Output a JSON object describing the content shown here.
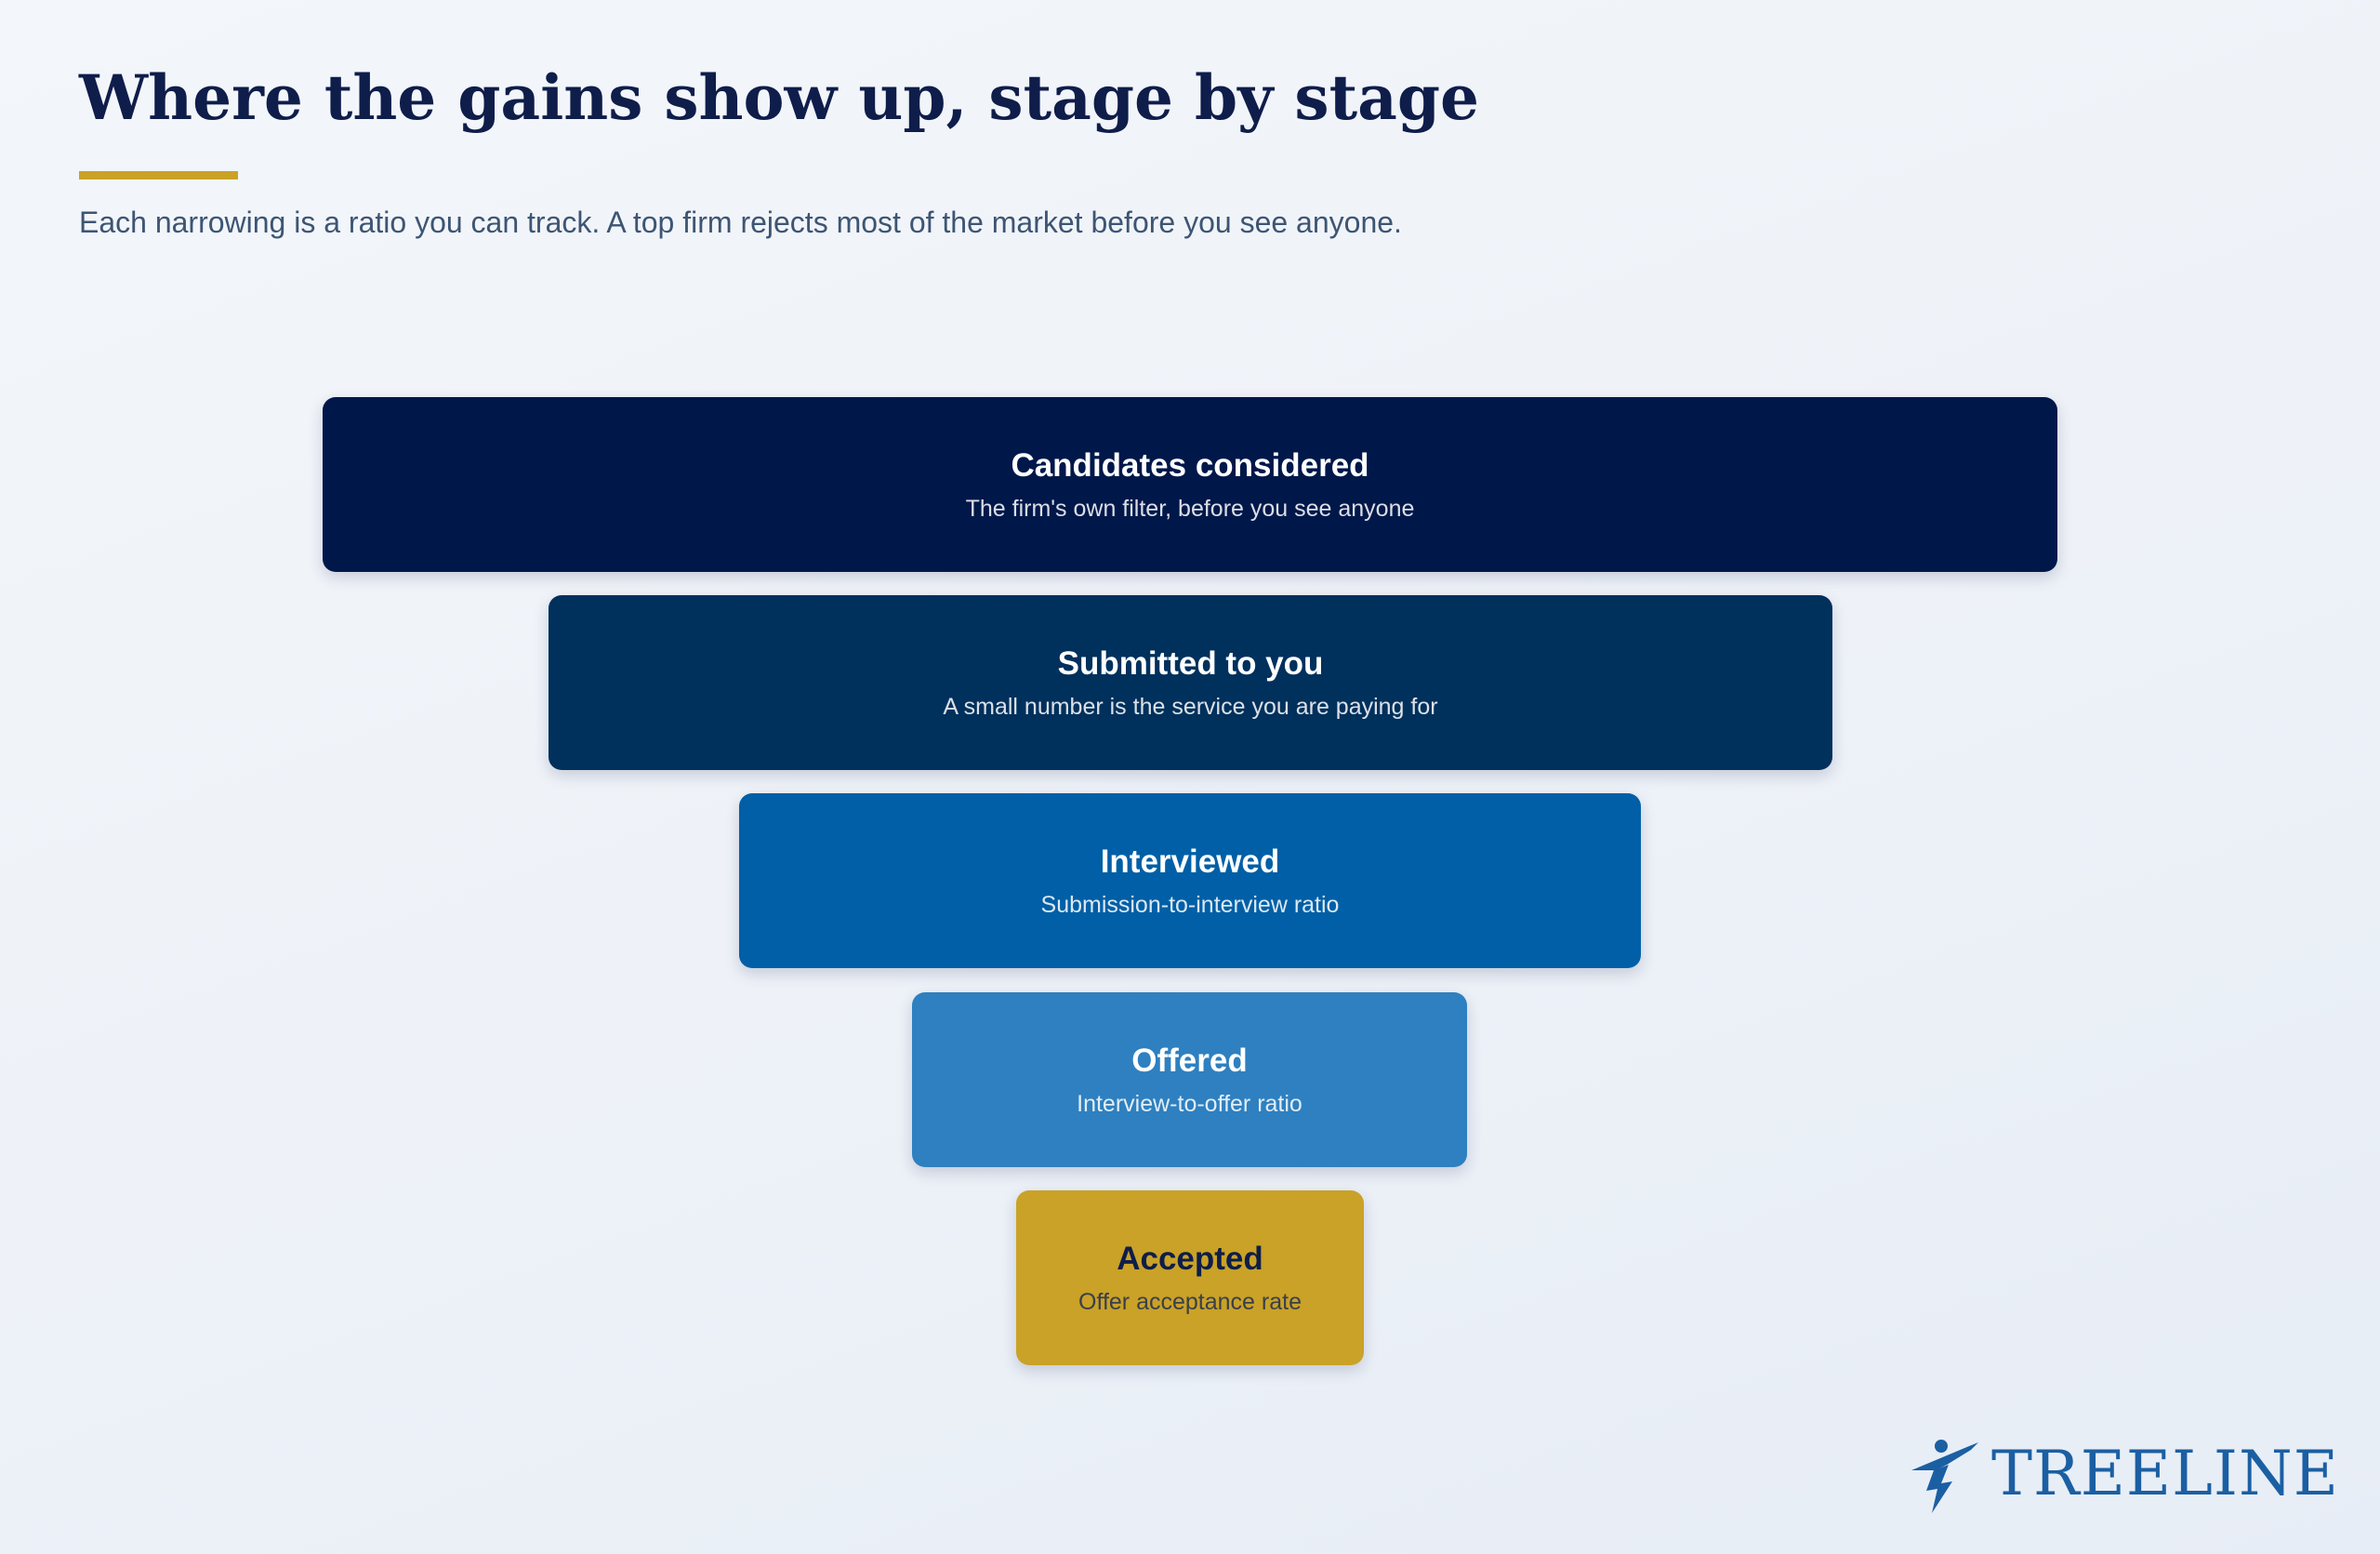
{
  "header": {
    "title": "Where the gains show up, stage by stage",
    "subtitle": "Each narrowing is a ratio you can track. A top firm rejects most of the market before you see anyone."
  },
  "funnel": {
    "stages": [
      {
        "label": "Candidates considered",
        "description": "The firm's own filter, before you see anyone",
        "color": "#00174a"
      },
      {
        "label": "Submitted to you",
        "description": "A small number is the service you are paying for",
        "color": "#00305c"
      },
      {
        "label": "Interviewed",
        "description": "Submission-to-interview ratio",
        "color": "#005fa6"
      },
      {
        "label": "Offered",
        "description": "Interview-to-offer ratio",
        "color": "#2e80c0"
      },
      {
        "label": "Accepted",
        "description": "Offer acceptance rate",
        "color": "#c9a227"
      }
    ]
  },
  "brand": {
    "name": "TREELINE",
    "icon": "runner-icon",
    "color": "#1b5fa3",
    "accent": "#c9a227"
  }
}
